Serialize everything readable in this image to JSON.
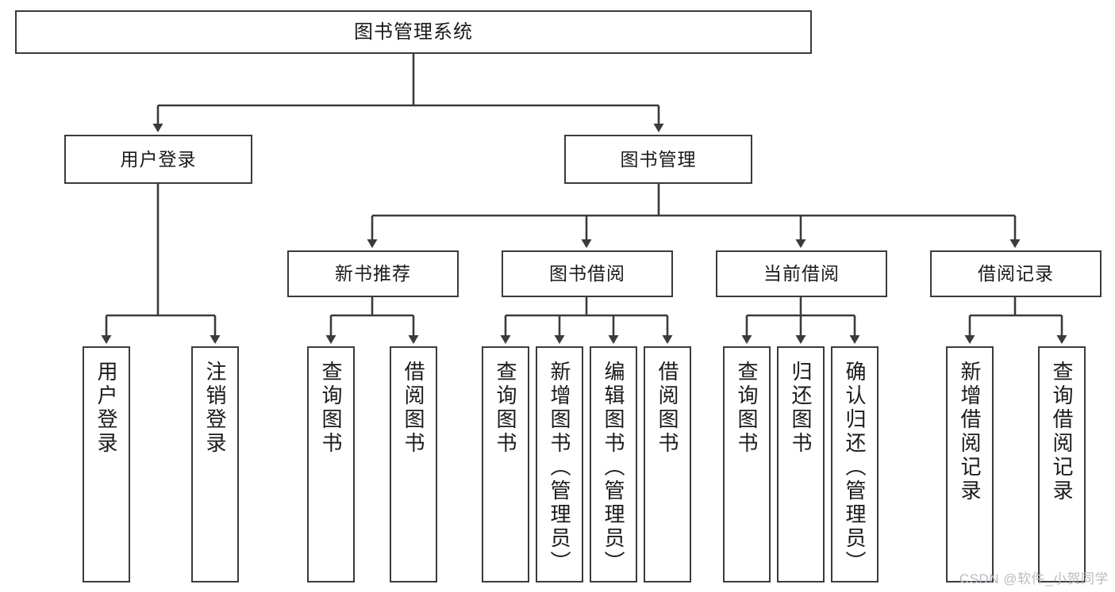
{
  "diagram": {
    "title": "图书管理系统",
    "type": "tree-hierarchy",
    "root": {
      "id": "root",
      "label": "图书管理系统"
    },
    "level2": [
      {
        "id": "user-login",
        "label": "用户登录"
      },
      {
        "id": "book-manage",
        "label": "图书管理"
      }
    ],
    "level3": [
      {
        "id": "new-book-recommend",
        "label": "新书推荐"
      },
      {
        "id": "book-borrow",
        "label": "图书借阅"
      },
      {
        "id": "current-borrow",
        "label": "当前借阅"
      },
      {
        "id": "borrow-record",
        "label": "借阅记录"
      }
    ],
    "leaves": [
      {
        "id": "leaf-user-login",
        "label": "用户登录",
        "parent": "用户登录"
      },
      {
        "id": "leaf-logout",
        "label": "注销登录",
        "parent": "用户登录"
      },
      {
        "id": "leaf-query-book-1",
        "label": "查询图书",
        "parent": "新书推荐"
      },
      {
        "id": "leaf-borrow-book-1",
        "label": "借阅图书",
        "parent": "新书推荐"
      },
      {
        "id": "leaf-query-book-2",
        "label": "查询图书",
        "parent": "图书借阅"
      },
      {
        "id": "leaf-add-book",
        "label": "新增图书（管理员）",
        "parent": "图书借阅"
      },
      {
        "id": "leaf-edit-book",
        "label": "编辑图书（管理员）",
        "parent": "图书借阅"
      },
      {
        "id": "leaf-borrow-book-2",
        "label": "借阅图书",
        "parent": "图书借阅"
      },
      {
        "id": "leaf-query-book-3",
        "label": "查询图书",
        "parent": "当前借阅"
      },
      {
        "id": "leaf-return-book",
        "label": "归还图书",
        "parent": "当前借阅"
      },
      {
        "id": "leaf-confirm-return",
        "label": "确认归还（管理员）",
        "parent": "当前借阅"
      },
      {
        "id": "leaf-add-record",
        "label": "新增借阅记录",
        "parent": "借阅记录"
      },
      {
        "id": "leaf-query-record",
        "label": "查询借阅记录",
        "parent": "借阅记录"
      }
    ]
  },
  "watermark": {
    "text": "CSDN @软件_小贺同学"
  },
  "colors": {
    "stroke": "#3b3b3b",
    "background": "#ffffff",
    "text": "#1a1a1a",
    "watermark": "#b9bcc1"
  }
}
